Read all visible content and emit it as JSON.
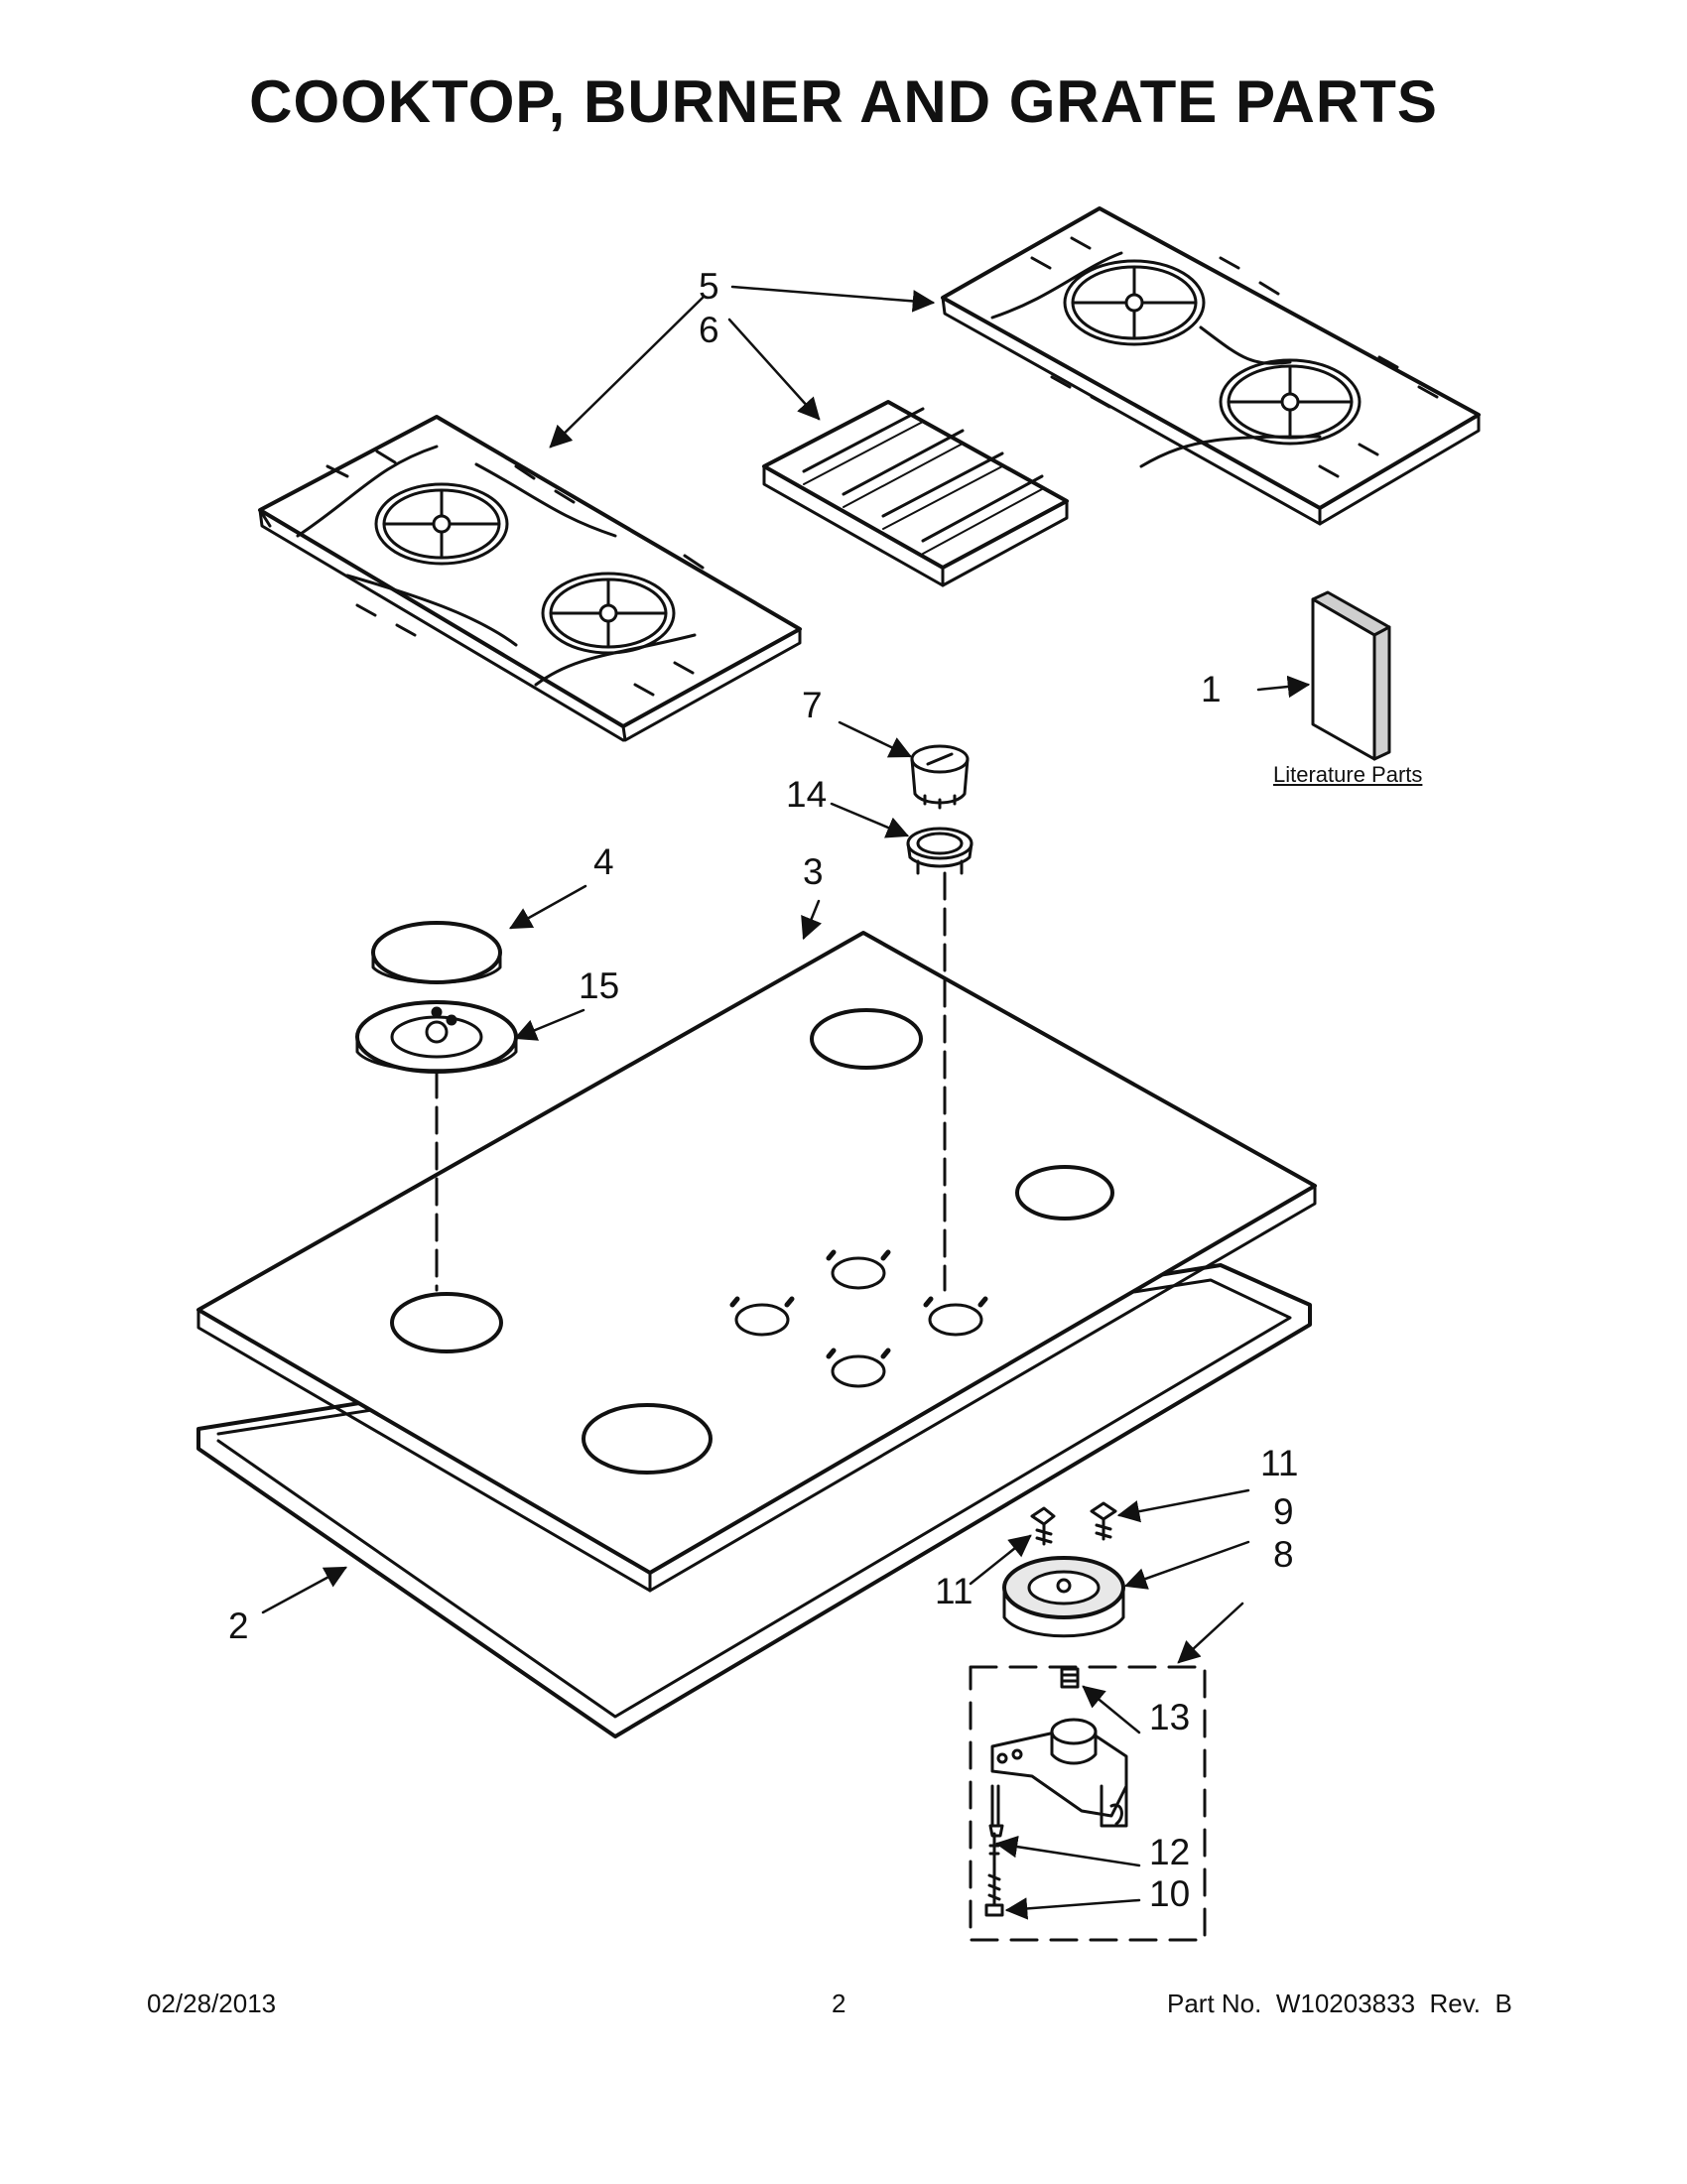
{
  "title": "COOKTOP, BURNER AND GRATE PARTS",
  "callouts": {
    "p1": "1",
    "p2": "2",
    "p3": "3",
    "p4": "4",
    "p5": "5",
    "p6": "6",
    "p7": "7",
    "p8": "8",
    "p9": "9",
    "p10": "10",
    "p11a": "11",
    "p11b": "11",
    "p12": "12",
    "p13": "13",
    "p14": "14",
    "p15": "15"
  },
  "literature_label": "Literature Parts",
  "footer": {
    "date": "02/28/2013",
    "page": "2",
    "part_number": "Part No.  W10203833  Rev.  B"
  },
  "colors": {
    "line": "#111111",
    "fill": "#ffffff",
    "shade": "#cfcfcf"
  }
}
